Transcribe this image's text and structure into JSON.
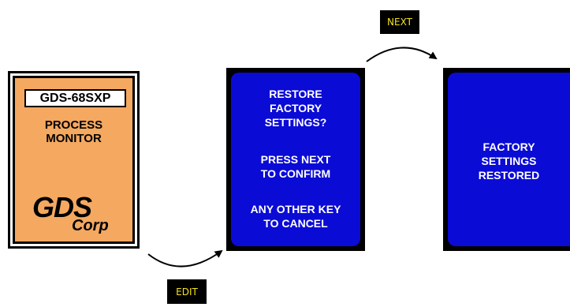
{
  "keys": {
    "next": "NEXT",
    "edit": "EDIT"
  },
  "monitor": {
    "model": "GDS-68SXP",
    "title_line1": "PROCESS",
    "title_line2": "MONITOR",
    "logo_main": "GDS",
    "logo_sub": "Corp"
  },
  "screen1": {
    "lines": [
      "RESTORE",
      "FACTORY",
      "SETTINGS?",
      "PRESS NEXT",
      "TO CONFIRM",
      "ANY OTHER KEY",
      "TO CANCEL"
    ]
  },
  "screen2": {
    "lines": [
      "FACTORY",
      "SETTINGS",
      "RESTORED"
    ]
  },
  "colors": {
    "screen_blue": "#0b0bd6",
    "monitor_orange": "#f4a860",
    "key_text_yellow": "#f4e21b"
  }
}
